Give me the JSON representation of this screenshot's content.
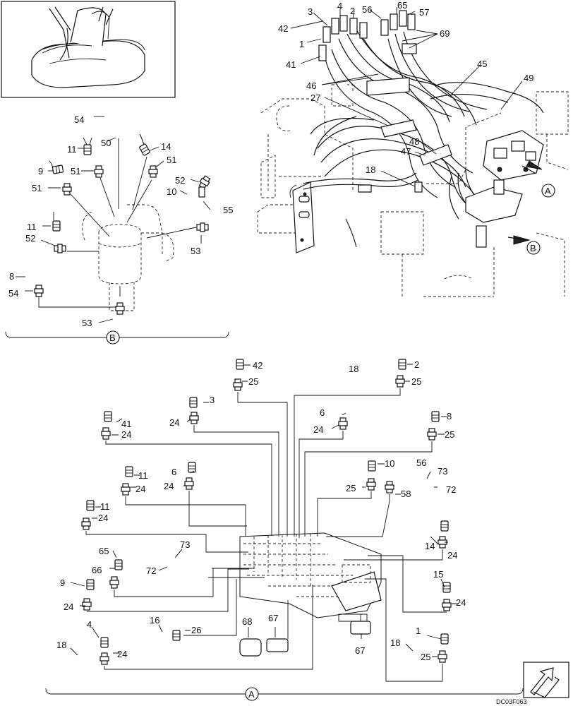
{
  "drawing_code": "DC03F063",
  "view_letters": [
    "A",
    "B",
    "A",
    "B"
  ],
  "panel_b": {
    "section_letter": "B",
    "callouts": [
      "54",
      "50",
      "14",
      "11",
      "51",
      "9",
      "51",
      "51",
      "52",
      "10",
      "55",
      "11",
      "52",
      "53",
      "8",
      "54",
      "53"
    ]
  },
  "engine_view": {
    "callouts": [
      "3",
      "4",
      "2",
      "56",
      "65",
      "57",
      "42",
      "69",
      "1",
      "41",
      "45",
      "49",
      "46",
      "27",
      "48",
      "47",
      "18"
    ]
  },
  "panel_a": {
    "section_letter": "A",
    "callouts": [
      "42",
      "25",
      "18",
      "2",
      "25",
      "3",
      "24",
      "6",
      "24",
      "8",
      "25",
      "41",
      "24",
      "11",
      "24",
      "6",
      "24",
      "10",
      "56",
      "73",
      "72",
      "25",
      "58",
      "11",
      "24",
      "65",
      "73",
      "14",
      "24",
      "72",
      "66",
      "9",
      "24",
      "15",
      "24",
      "16",
      "26",
      "68",
      "67",
      "67",
      "4",
      "18",
      "24",
      "1",
      "18",
      "25"
    ]
  }
}
